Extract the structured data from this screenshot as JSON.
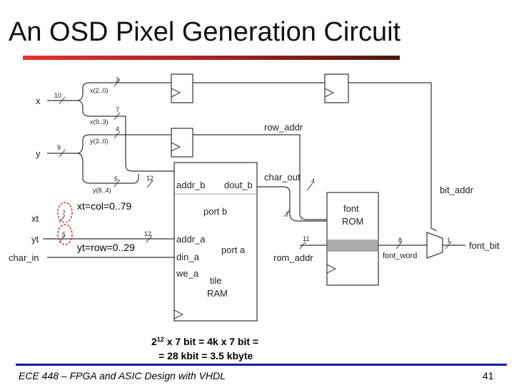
{
  "slide": {
    "title": "An OSD Pixel Generation Circuit",
    "footer_left": "ECE 448 – FPGA and ASIC Design with VHDL",
    "page_number": "41",
    "accent_colors": {
      "title_rule_start": "#e53030",
      "title_rule_end": "#4a1a0a",
      "footer_rule": "#1a1a9c",
      "highlight_circle": "#c0392b"
    }
  },
  "diagram": {
    "inputs": {
      "x": "x",
      "y": "y",
      "xt": "xt",
      "yt": "yt",
      "char_in": "char_in"
    },
    "bus_widths": {
      "x": "10",
      "x_low": "3",
      "x_high": "7",
      "y": "9",
      "y_low": "4",
      "y_high": "5",
      "addr_b": "12",
      "addr_a": "12",
      "char_out": "4",
      "glyph_row": "7",
      "rom_addr": "11",
      "font_word": "8",
      "font_bit": "1",
      "xt": "7",
      "yt": "5"
    },
    "slices": {
      "x_low": "x(2..0)",
      "x_high": "x(9..3)",
      "y_low": "y(3..0)",
      "y_high": "y(8..4)"
    },
    "signals": {
      "row_addr": "row_addr",
      "char_out": "char_out",
      "bit_addr": "bit_addr",
      "rom_addr": "rom_addr",
      "font_word": "font_word",
      "font_bit": "font_bit"
    },
    "ram": {
      "addr_b": "addr_b",
      "dout_b": "dout_b",
      "port_b": "port b",
      "addr_a": "addr_a",
      "din_a": "din_a",
      "port_a": "port a",
      "we_a": "we_a",
      "tile": "tile",
      "ram": "RAM"
    },
    "rom": {
      "line1": "font",
      "line2": "ROM"
    },
    "annotations": {
      "xt": "xt=col=0..79",
      "yt": "yt=row=0..29"
    },
    "note": {
      "line1_base": "2",
      "line1_exp": "12",
      "line1_rest": " x 7 bit = 4k x 7 bit =",
      "line2": "= 28 kbit = 3.5 kbyte"
    }
  }
}
